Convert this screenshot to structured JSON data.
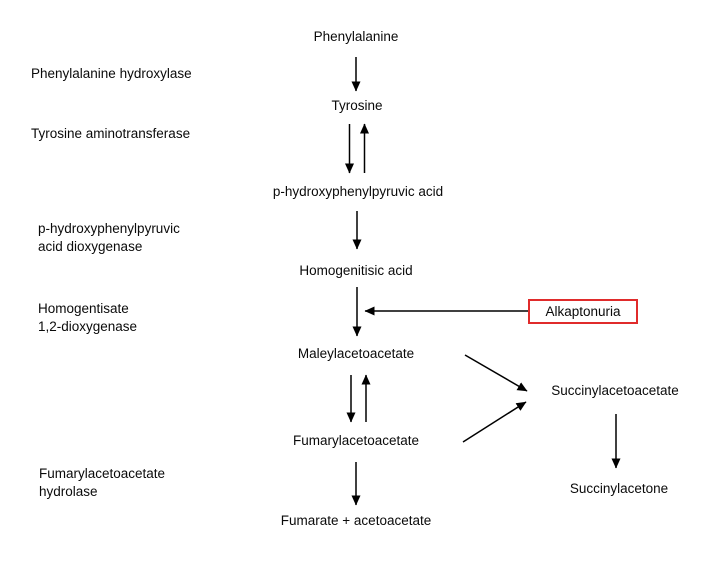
{
  "canvas": {
    "background_color": "#ffffff",
    "text_color": "#0a0a0a",
    "arrow_color": "#000000"
  },
  "nodes": {
    "phenylalanine": "Phenylalanine",
    "tyrosine": "Tyrosine",
    "p_hydroxyphenylpyruvic_acid": "p-hydroxyphenylpyruvic acid",
    "homogenitisic_acid": "Homogenitisic acid",
    "maleylacetoacetate": "Maleylacetoacetate",
    "fumarylacetoacetate": "Fumarylacetoacetate",
    "succinylacetoacetate": "Succinylacetoacetate",
    "succinylacetone": "Succinylacetone",
    "fumarate_plus_acetoacetate": "Fumarate + acetoacetate"
  },
  "enzymes": {
    "phenylalanine_hydroxylase": "Phenylalanine hydroxylase",
    "tyrosine_aminotransferase": "Tyrosine aminotransferase",
    "p_hydroxyphenylpyruvic_acid_dioxygenase": "p-hydroxyphenylpyruvic\nacid dioxygenase",
    "homogentisate_1_2_dioxygenase": "Homogentisate\n1,2-dioxygenase",
    "fumarylacetoacetate_hydrolase": "Fumarylacetoacetate\nhydrolase"
  },
  "disease": {
    "alkaptonuria": "Alkaptonuria",
    "box_border_color": "#e02b2b"
  }
}
